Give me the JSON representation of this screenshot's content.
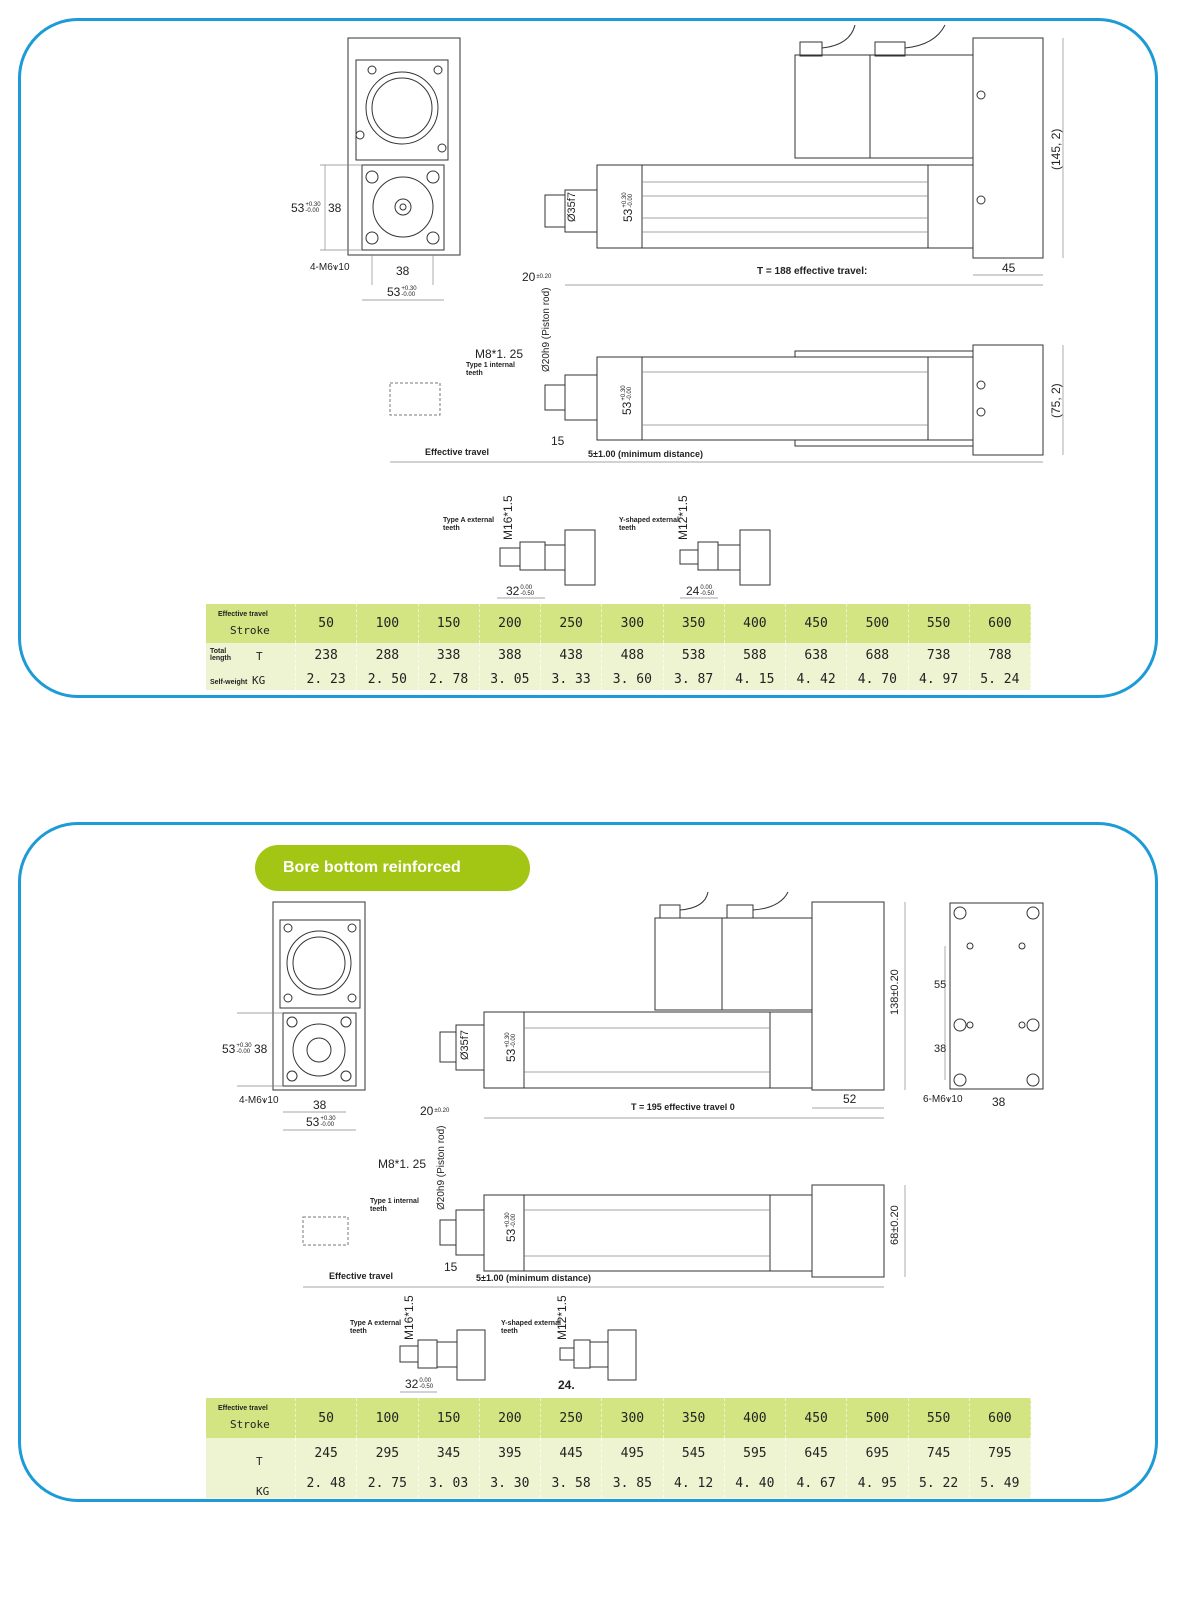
{
  "colors": {
    "border": "#1e9ad6",
    "badge": "#a3c614",
    "table_header": "#d3e483",
    "table_row": "#eef4d2"
  },
  "panel1": {
    "labels": {
      "flange_w": {
        "main": "53",
        "up": "+0.30",
        "lo": "-0.00"
      },
      "flange_inner": "38",
      "holes": "4-M6⩛10",
      "bottom_38": "38",
      "bottom_53": {
        "main": "53",
        "up": "+0.30",
        "lo": "-0.00"
      },
      "dia35": "Ø35f7",
      "tube_53": {
        "main": "53",
        "up": "+0.30",
        "lo": "-0.00"
      },
      "rod_20": {
        "main": "20",
        "up": "",
        "lo": "±0.20"
      },
      "travel": "T = 188 effective travel:",
      "end_45": "45",
      "height": "(145, 2)",
      "thread": "M8*1. 25",
      "thread_note": "Type 1 internal teeth",
      "rod_dia": "Ø20h9 (Piston rod)",
      "tube_53b": {
        "main": "53",
        "up": "+0.30",
        "lo": "-0.00"
      },
      "height2": "(75, 2)",
      "rod_15": "15",
      "eff_travel": "Effective travel",
      "min_dist": "5±1.00 (minimum distance)",
      "typeA": "Type A external teeth",
      "m16": "M16*1.5",
      "typeY": "Y-shaped external teeth",
      "m12": "M12*1.5",
      "d32": {
        "main": "32",
        "up": "0.00",
        "lo": "-0.50"
      },
      "d24": {
        "main": "24",
        "up": "0.00",
        "lo": "-0.50"
      }
    },
    "table": {
      "row_labels": [
        {
          "small": "Effective travel",
          "big": "Stroke"
        },
        {
          "small": "Total length",
          "big": "T"
        },
        {
          "small": "Self-weight",
          "big": "KG"
        }
      ],
      "stroke": [
        "50",
        "100",
        "150",
        "200",
        "250",
        "300",
        "350",
        "400",
        "450",
        "500",
        "550",
        "600"
      ],
      "T": [
        "238",
        "288",
        "338",
        "388",
        "438",
        "488",
        "538",
        "588",
        "638",
        "688",
        "738",
        "788"
      ],
      "KG": [
        "2. 23",
        "2. 50",
        "2. 78",
        "3. 05",
        "3. 33",
        "3. 60",
        "3. 87",
        "4. 15",
        "4. 42",
        "4. 70",
        "4. 97",
        "5. 24"
      ]
    }
  },
  "panel2": {
    "badge": "Bore bottom reinforced",
    "labels": {
      "flange_w": {
        "main": "53",
        "up": "+0.30",
        "lo": "-0.00"
      },
      "flange_inner": "38",
      "holes": "4-M6⩛10",
      "bottom_38": "38",
      "bottom_53": {
        "main": "53",
        "up": "+0.30",
        "lo": "-0.00"
      },
      "dia35": "Ø35f7",
      "tube_53": {
        "main": "53",
        "up": "+0.30",
        "lo": "-0.00"
      },
      "rod_20": {
        "main": "20",
        "up": "",
        "lo": "±0.20"
      },
      "travel": "T = 195 effective travel 0",
      "end_52": "52",
      "height": "138±0.20",
      "plate_55": "55",
      "plate_38": "38",
      "plate_holes": "6-M6⩛10",
      "plate_38b": "38",
      "thread": "M8*1. 25",
      "thread_note": "Type 1 internal teeth",
      "rod_dia": "Ø20h9 (Piston rod)",
      "tube_53b": {
        "main": "53",
        "up": "+0.30",
        "lo": "-0.00"
      },
      "height2": "68±0.20",
      "rod_15": "15",
      "eff_travel": "Effective travel",
      "min_dist": "5±1.00 (minimum distance)",
      "typeA": "Type A external teeth",
      "m16": "M16*1.5",
      "typeY": "Y-shaped external teeth",
      "m12": "M12*1.5",
      "d32": {
        "main": "32",
        "up": "0.00",
        "lo": "-0.50"
      },
      "d24": "24."
    },
    "table": {
      "row_labels": [
        {
          "small": "Effective travel",
          "big": "Stroke"
        },
        {
          "small": "",
          "big": "T"
        },
        {
          "small": "",
          "big": "KG"
        }
      ],
      "stroke": [
        "50",
        "100",
        "150",
        "200",
        "250",
        "300",
        "350",
        "400",
        "450",
        "500",
        "550",
        "600"
      ],
      "T": [
        "245",
        "295",
        "345",
        "395",
        "445",
        "495",
        "545",
        "595",
        "645",
        "695",
        "745",
        "795"
      ],
      "KG": [
        "2. 48",
        "2. 75",
        "3. 03",
        "3. 30",
        "3. 58",
        "3. 85",
        "4. 12",
        "4. 40",
        "4. 67",
        "4. 95",
        "5. 22",
        "5. 49"
      ]
    }
  }
}
